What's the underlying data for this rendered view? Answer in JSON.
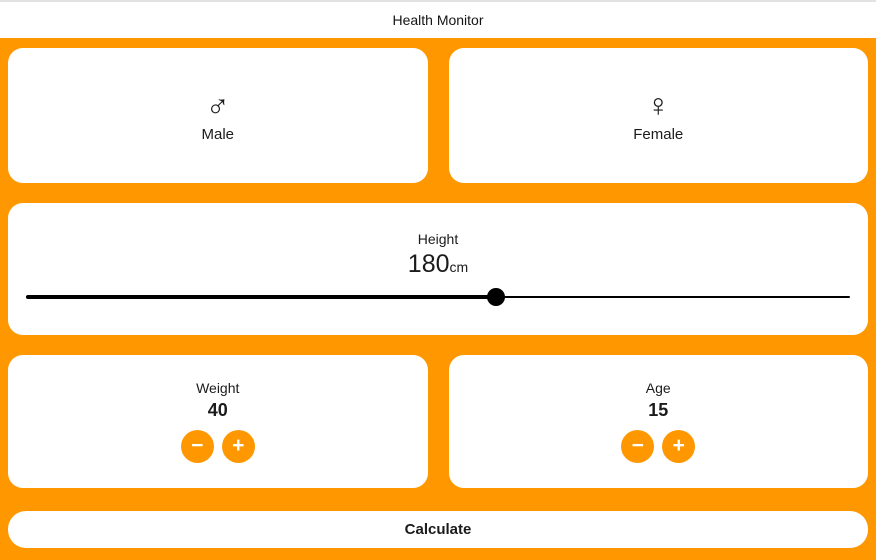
{
  "header": {
    "title": "Health Monitor"
  },
  "gender": {
    "male": {
      "label": "Male",
      "icon_glyph": "♂"
    },
    "female": {
      "label": "Female",
      "icon_glyph": "♀"
    }
  },
  "height": {
    "label": "Height",
    "value": "180",
    "unit": "cm",
    "slider_position": "57%",
    "slider_min_hint": "",
    "slider_track_color": "#000000"
  },
  "weight": {
    "label": "Weight",
    "value": "40"
  },
  "age": {
    "label": "Age",
    "value": "15"
  },
  "controls": {
    "minus_glyph": "−",
    "plus_glyph": "+"
  },
  "calculate": {
    "label": "Calculate"
  },
  "colors": {
    "accent": "#FF9800",
    "card_background": "#ffffff",
    "text": "#1b1b1b",
    "appbar_border": "#e2e2e2"
  }
}
